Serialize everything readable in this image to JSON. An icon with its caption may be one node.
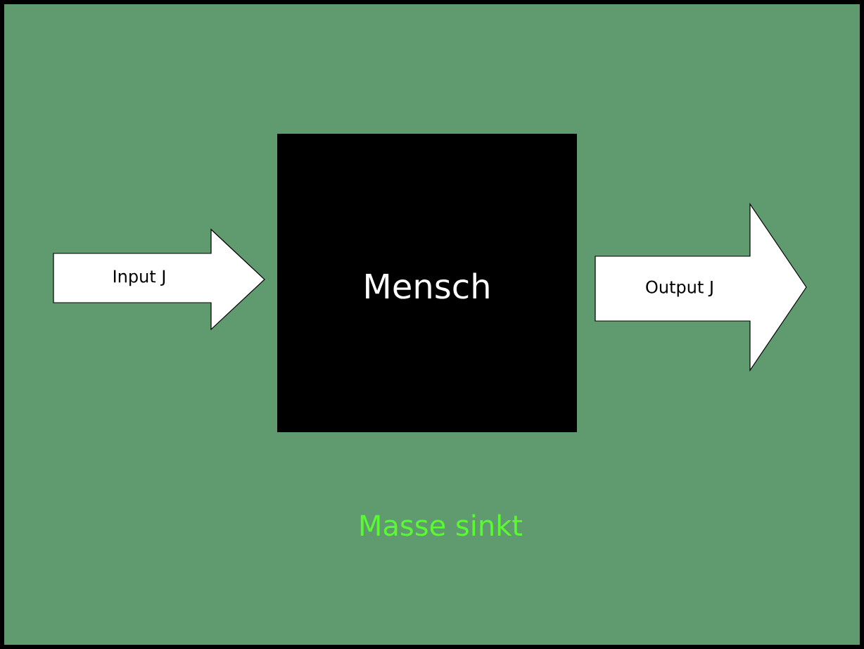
{
  "diagram": {
    "nodes": [
      {
        "text": [
          "Input J"
        ]
      },
      {
        "text": [
          "Mensch"
        ]
      },
      {
        "text": [
          "Output J"
        ]
      }
    ],
    "labels": [
      "Masse sinkt"
    ]
  }
}
